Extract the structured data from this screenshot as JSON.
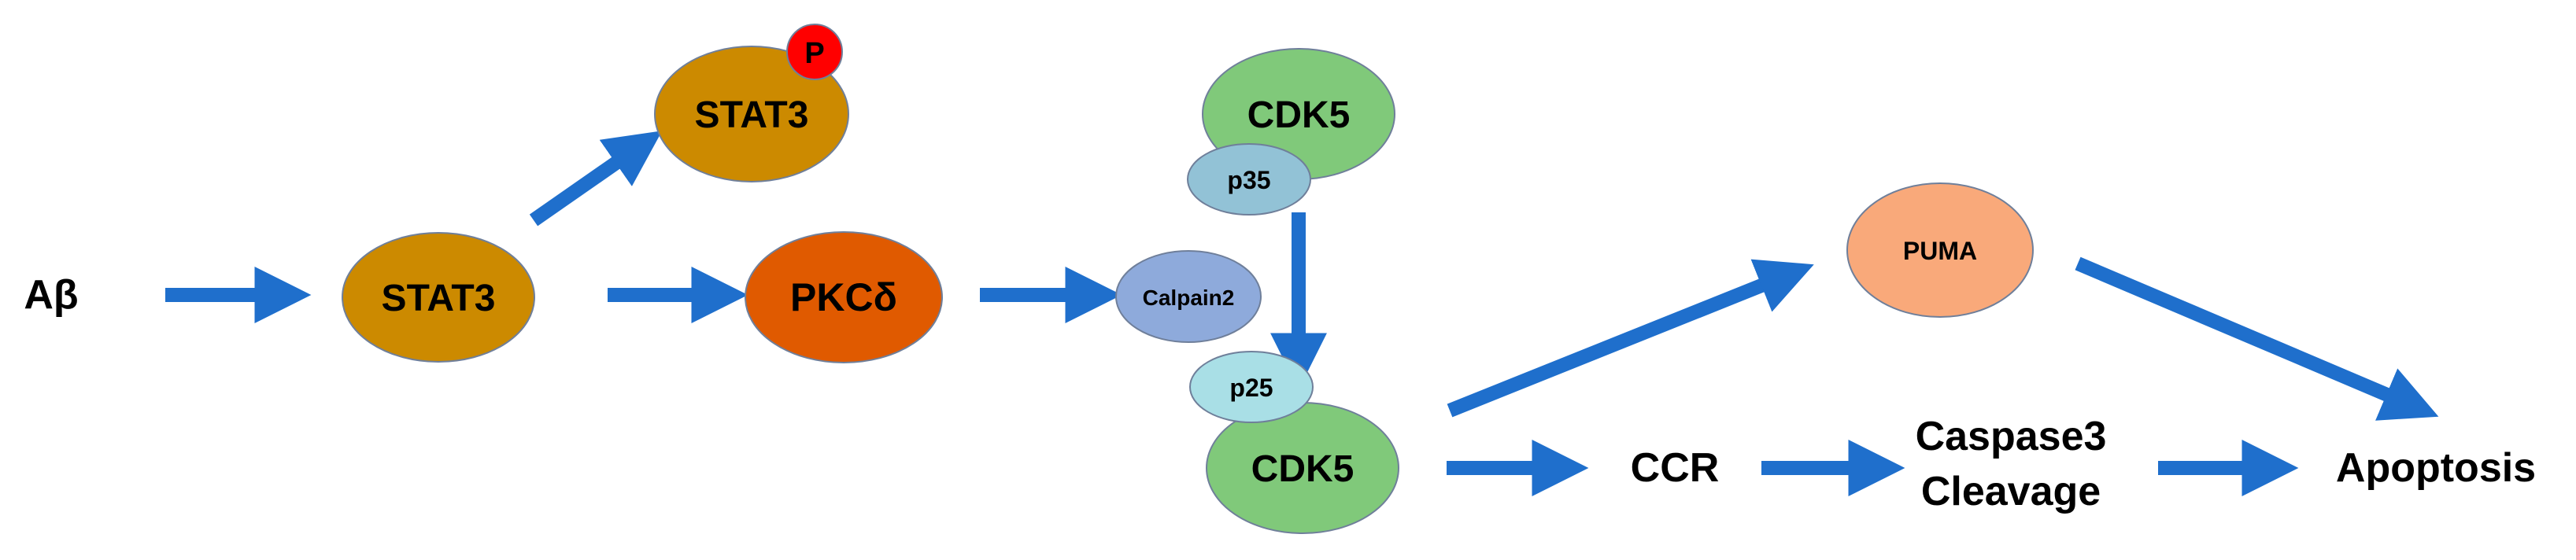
{
  "labels": {
    "abeta": "Aβ",
    "ccr": "CCR",
    "caspase_line1": "Caspase3",
    "caspase_line2": "Cleavage",
    "apoptosis": "Apoptosis"
  },
  "nodes": {
    "stat3": {
      "label": "STAT3",
      "color": "#cc8a00"
    },
    "stat3_phospho": {
      "label": "STAT3",
      "color": "#cc8a00"
    },
    "phospho_badge": {
      "label": "P",
      "color": "#ff0000"
    },
    "pkcd": {
      "label": "PKCδ",
      "color": "#e05a00"
    },
    "calpain2": {
      "label": "Calpain2",
      "color": "#8eaadb"
    },
    "cdk5_top": {
      "label": "CDK5",
      "color": "#80c97a"
    },
    "p35": {
      "label": "p35",
      "color": "#92c2d6"
    },
    "p25": {
      "label": "p25",
      "color": "#a9dfe6"
    },
    "cdk5_bottom": {
      "label": "CDK5",
      "color": "#80c97a"
    },
    "puma": {
      "label": "PUMA",
      "color": "#f9a97a"
    }
  },
  "arrow_color": "#1f6fcc",
  "edges": [
    "Aβ → STAT3",
    "STAT3 → STAT3-P",
    "STAT3 → PKCδ",
    "PKCδ → Calpain2",
    "p35 → p25",
    "CDK5 → PUMA",
    "CDK5 → CCR",
    "CCR → Caspase3 Cleavage",
    "Caspase3 Cleavage → Apoptosis",
    "PUMA → Apoptosis"
  ]
}
